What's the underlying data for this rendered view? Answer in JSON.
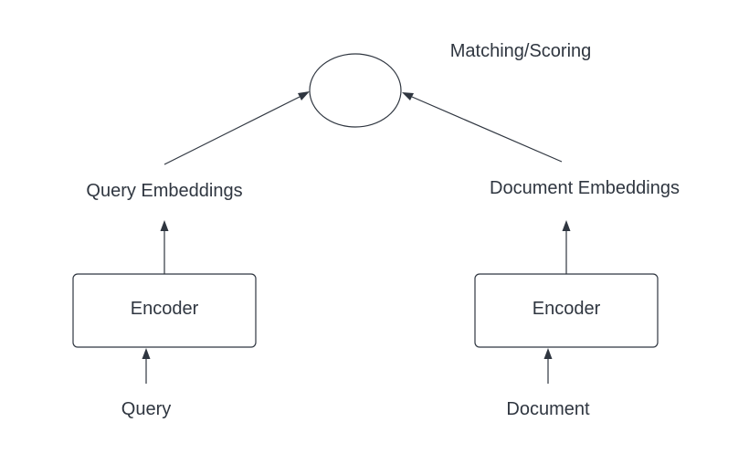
{
  "diagram": {
    "scoring_label": "Matching/Scoring",
    "left": {
      "input_label": "Query",
      "encoder_label": "Encoder",
      "embeddings_label": "Query Embeddings"
    },
    "right": {
      "input_label": "Document",
      "encoder_label": "Encoder",
      "embeddings_label": "Document Embeddings"
    }
  }
}
